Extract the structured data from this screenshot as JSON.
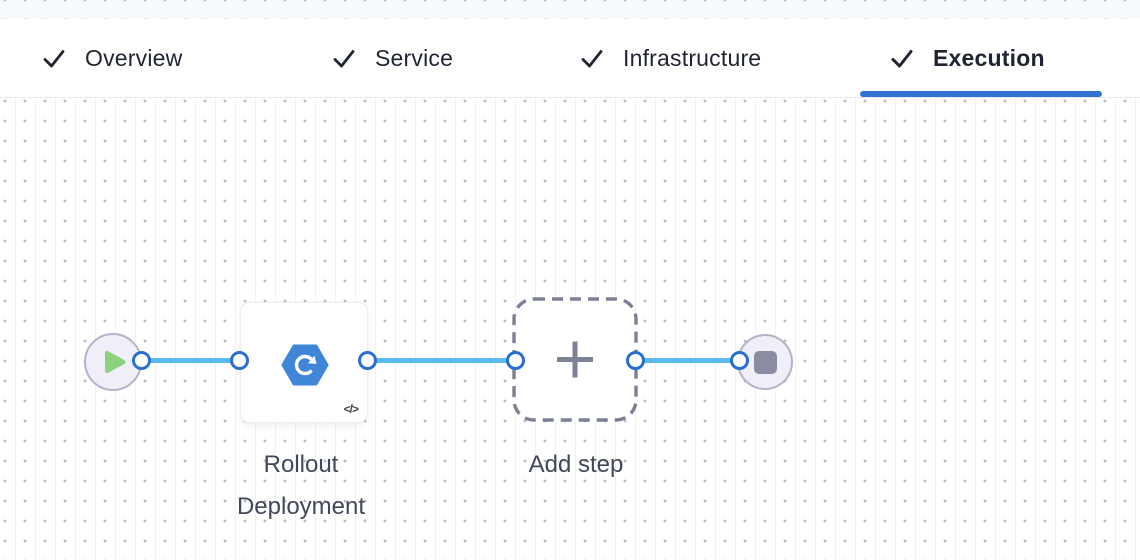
{
  "tabs": [
    {
      "label": "Overview",
      "icon": "check-icon",
      "completed": true,
      "active": false
    },
    {
      "label": "Service",
      "icon": "check-icon",
      "completed": true,
      "active": false
    },
    {
      "label": "Infrastructure",
      "icon": "check-icon",
      "completed": true,
      "active": false
    },
    {
      "label": "Execution",
      "icon": "check-icon",
      "completed": true,
      "active": true
    }
  ],
  "pipeline": {
    "start_node": {
      "icon": "play-icon"
    },
    "steps": [
      {
        "name": "Rollout Deployment",
        "icon": "rollout-deployment-icon",
        "code_badge": "</>"
      }
    ],
    "add_step": {
      "label": "Add step",
      "icon": "plus-icon"
    },
    "end_node": {
      "icon": "stop-icon"
    }
  },
  "colors": {
    "accent_blue": "#3273d2",
    "connector_blue": "#5abced",
    "port_border_blue": "#2a6ed1",
    "node_fill": "#f0eef8",
    "node_border": "#b5b2c9",
    "play_green": "#8ed17d",
    "stop_gray": "#8b8ba1",
    "hexagon_blue": "#3f85d8",
    "dashed_gray": "#7b8093",
    "label_color": "#424859",
    "tab_text": "#1f2430"
  }
}
